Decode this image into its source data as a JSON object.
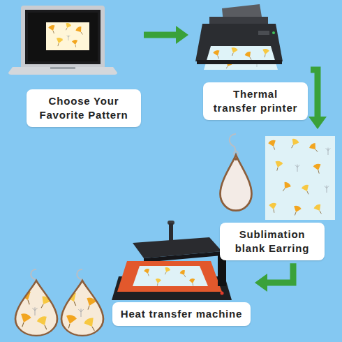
{
  "diagram": {
    "nodes": [
      {
        "text": [
          "Choose Your Favorite Pattern"
        ]
      },
      {
        "text": [
          "Thermal transfer printer"
        ]
      },
      {
        "text": [
          "Sublimation blank Earring"
        ]
      },
      {
        "text": [
          "Heat transfer machine"
        ]
      }
    ],
    "edges": [
      {
        "from": 0,
        "to": 1,
        "arrow": "to"
      },
      {
        "from": 1,
        "to": 2,
        "arrow": "to"
      },
      {
        "from": 2,
        "to": 3,
        "arrow": "to"
      }
    ]
  }
}
